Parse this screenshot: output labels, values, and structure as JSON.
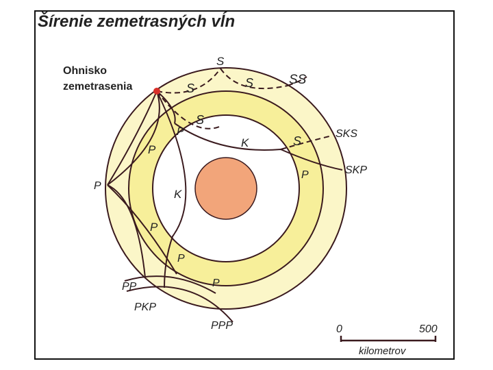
{
  "title": "Šírenie zemetrasných vĺn",
  "focus_label_line1": "Ohnisko",
  "focus_label_line2": "zemetrasenia",
  "wave_labels": {
    "S_top": "S",
    "SS": "SS",
    "S_upper_left": "S",
    "S_upper_mid": "S",
    "S_inner": "S",
    "SKS": "SKS",
    "K_upper": "K",
    "S_right": "S",
    "SKP": "SKP",
    "P_right": "P",
    "P_upper": "P",
    "P_left_band": "P",
    "P_outer_left": "P",
    "K_left": "K",
    "P_lower_band": "P",
    "P_lower": "P",
    "P_bottom": "P",
    "PP": "PP",
    "PKP": "PKP",
    "PPP": "PPP"
  },
  "scale": {
    "start": "0",
    "end": "500",
    "unit": "kilometrov"
  },
  "colors": {
    "crust": "#fbf6c8",
    "mantle": "#f7ef9a",
    "outer_core": "#ffffff",
    "inner_core": "#f2a57a",
    "focus": "#d9302a",
    "line": "#3a1a1e"
  }
}
